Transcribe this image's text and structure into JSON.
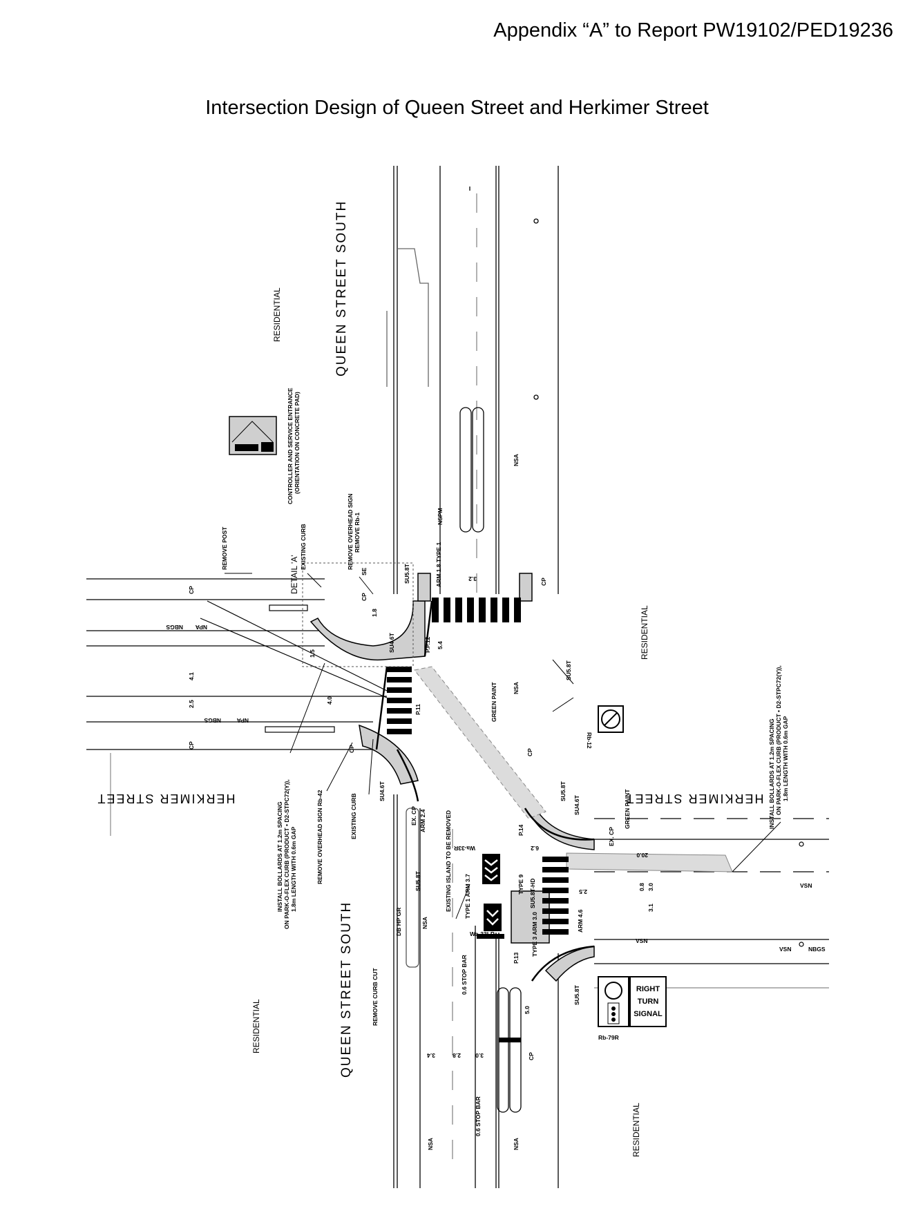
{
  "header": {
    "appendix": "Appendix “A” to Report PW19102/PED19236"
  },
  "title": "Intersection Design of Queen Street and Herkimer Street",
  "streets": {
    "queen_north": "QUEEN STREET SOUTH",
    "queen_south": "QUEEN STREET SOUTH",
    "herkimer_west": "HERKIMER STREET",
    "herkimer_east": "HERKIMER STREET"
  },
  "zones": {
    "residential": "RESIDENTIAL"
  },
  "annotations": {
    "controller": "CONTROLLER AND SERVICE ENTRANCE",
    "controller_2": "(ORIENTATION ON CONCRETE PAD)",
    "remove_post": "REMOVE POST",
    "detail_a": "DETAIL 'A'",
    "existing_curb": "EXISTING CURB",
    "remove_overhead_sign": "REMOVE OVERHEAD SIGN",
    "remove_rb1": "REMOVE Rb-1",
    "install_bollards_w1": "INSTALL BOLLARDS AT 1.2m SPACING",
    "install_bollards_w2": "ON PARK-O-FLEX CURB (PRODUCT • D2-STPC72(Y)),",
    "install_bollards_w3": "1.8m LENGTH WITH 0.6m GAP",
    "remove_overhead_rb42": "REMOVE OVERHEAD SIGN Rb-42",
    "existing_curb_2": "EXISTING CURB",
    "existing_island": "EXISTING ISLAND TO BE REMOVED",
    "remove_curb_cut": "REMOVE CURB CUT",
    "stop_bar_1": "0.6 STOP BAR",
    "stop_bar_2": "0.6 STOP BAR",
    "green_paint_1": "GREEN PAINT",
    "green_paint_2": "GREEN PAINT",
    "install_bollards_e1": "INSTALL BOLLARDS AT 1.2m SPACING",
    "install_bollards_e2": "ON PARK-O-FLEX CURB (PRODUCT • D2-STPC72(Y)),",
    "install_bollards_e3": "1.8m LENGTH WITH 0.6m GAP",
    "type1_arm37": "TYPE 1  ARM 3.7",
    "type1_arm18": "ARM 1.8  TYPE 1",
    "arm24": "ARM 2.4",
    "arm46": "ARM 4.6",
    "type3_arm30": "TYPE 3  ARM 3.0",
    "type9": "TYPE 9",
    "wa33r": "Wa-33R",
    "wa33lr": "Wa-33LR",
    "rb12": "Rb-12",
    "rb79r": "Rb-79R",
    "right_turn_1": "RIGHT",
    "right_turn_2": "TURN",
    "right_turn_3": "SIGNAL"
  },
  "labels": {
    "cp": "CP",
    "nsa": "NSA",
    "vsn": "VSN",
    "nspm": "NSPM",
    "npa": "NPA",
    "nbgs": "NBGS",
    "su58t": "SU5.8T",
    "su46t": "SU4.6T",
    "su58t_hd": "SU5.8T-HD",
    "se": "SE",
    "pp12": "P.P.12",
    "p11": "P.11",
    "p14": "P.14",
    "p13": "P.13",
    "ex_cp": "EX. CP",
    "db_hp_gr": "DB HP GR",
    "d_20": "20.0",
    "d_50": "5.0",
    "d_30": "3.0",
    "d_28": "2.8",
    "d_34": "3.4",
    "d_31": "3.1",
    "d_25": "2.5",
    "d_41": "4.1",
    "d_40": "4.0",
    "d_15": "1.5",
    "d_18": "1.8",
    "d_32": "3.2",
    "d_08": "0.8",
    "d_62": "6.2",
    "d_54": "5.4"
  }
}
